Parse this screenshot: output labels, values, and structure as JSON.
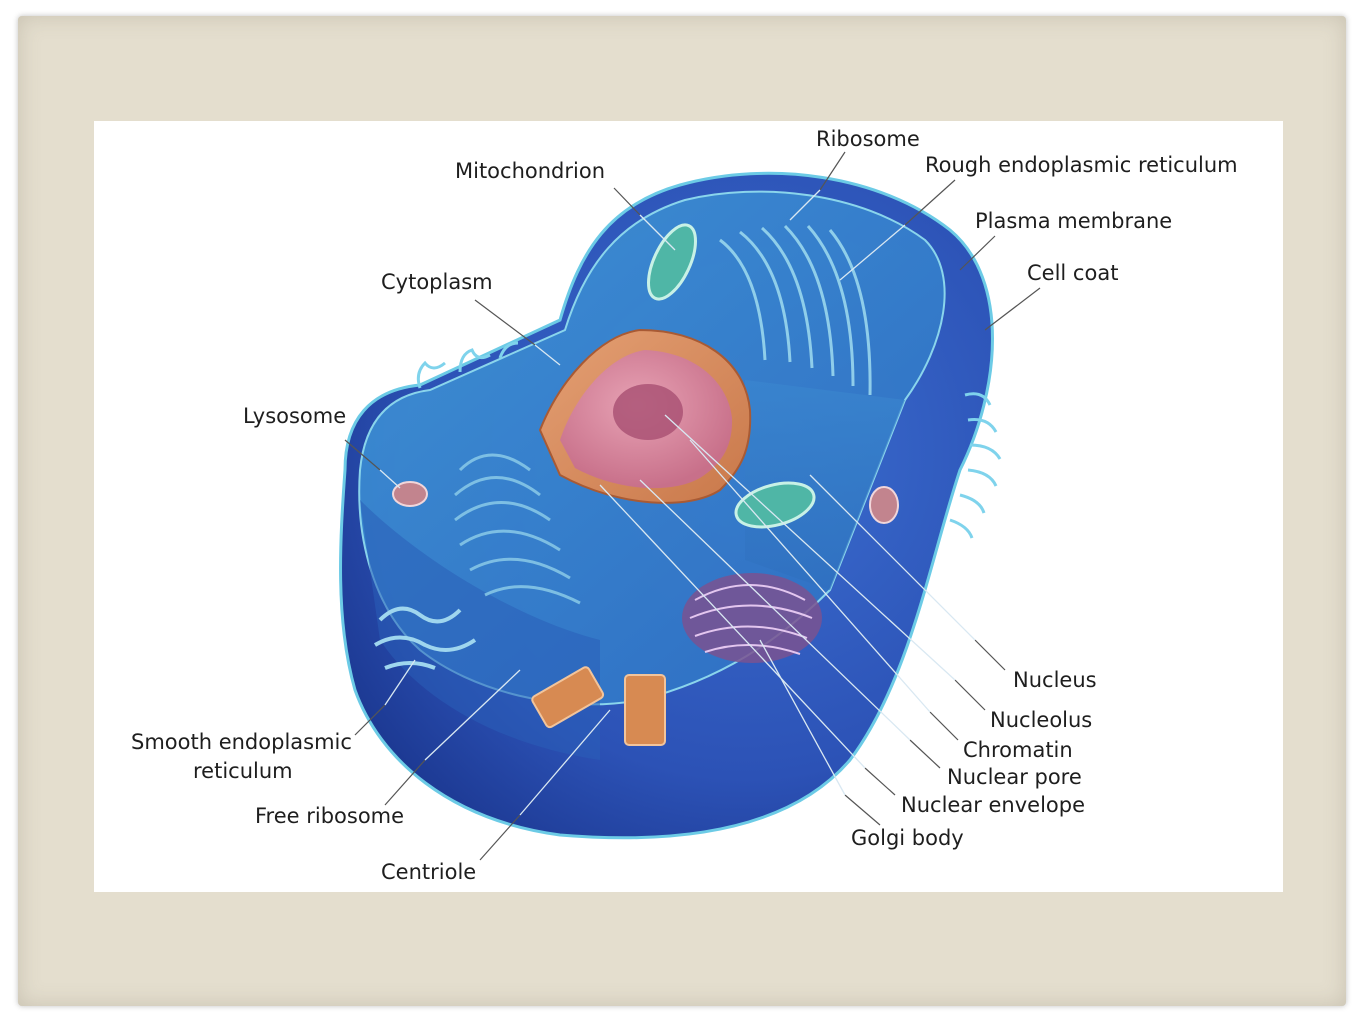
{
  "labels": {
    "ribosome": "Ribosome",
    "mitochondrion": "Mitochondrion",
    "rough_er": "Rough endoplasmic reticulum",
    "plasma_membrane": "Plasma membrane",
    "cell_coat": "Cell coat",
    "cytoplasm": "Cytoplasm",
    "lysosome": "Lysosome",
    "smooth_er_line1": "Smooth endoplasmic",
    "smooth_er_line2": "reticulum",
    "free_ribosome": "Free ribosome",
    "centriole": "Centriole",
    "nucleus": "Nucleus",
    "nucleolus": "Nucleolus",
    "chromatin": "Chromatin",
    "nuclear_pore": "Nuclear pore",
    "nuclear_envelope": "Nuclear envelope",
    "golgi_body": "Golgi body"
  }
}
